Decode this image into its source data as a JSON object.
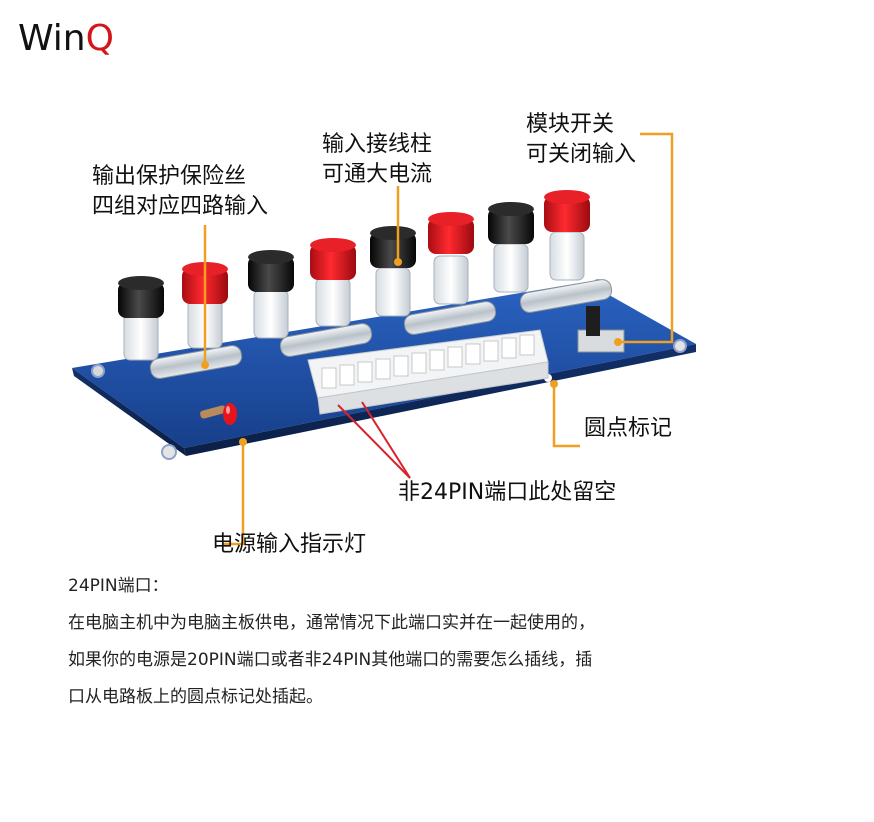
{
  "logo": {
    "prefix": "Win",
    "suffix": "Q"
  },
  "callouts": {
    "fuse": [
      "输出保护保险丝",
      "四组对应四路输入"
    ],
    "terminal": [
      "输入接线柱",
      "可通大电流"
    ],
    "switch": [
      "模块开关",
      "可关闭输入"
    ],
    "dot": "圆点标记",
    "not24pin": "非24PIN端口此处留空",
    "led": "电源输入指示灯"
  },
  "caption": {
    "heading": "24PIN端口：",
    "lines": [
      "在电脑主机中为电脑主板供电，通常情况下此端口实并在一起使用的，",
      "如果你的电源是20PIN端口或者非24PIN其他端口的需要怎么插线，插",
      "口从电路板上的圆点标记处插起。"
    ]
  },
  "colors": {
    "pcb": "#1f4fa3",
    "callout_line": "#f0a020",
    "red_line": "#d8232a",
    "terminal_red": "#d8141c",
    "terminal_black": "#1a1a1a"
  }
}
